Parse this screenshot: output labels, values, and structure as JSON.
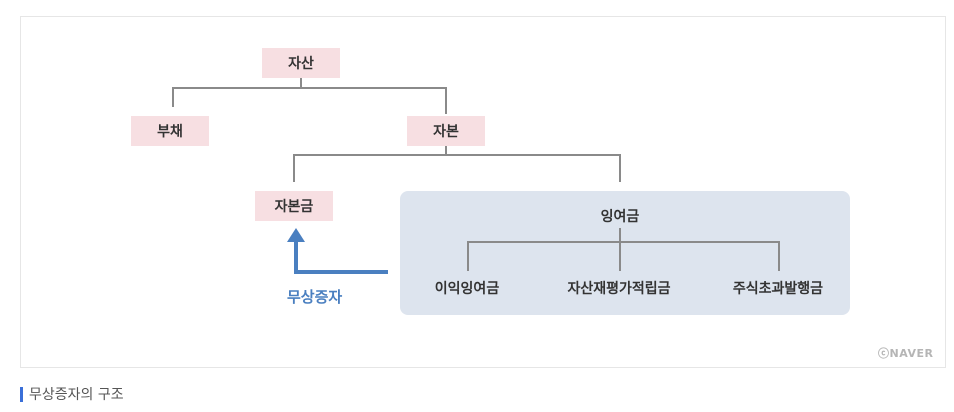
{
  "diagram": {
    "root": "자산",
    "liability": "부채",
    "equity": "자본",
    "capital": "자본금",
    "surplus": "잉여금",
    "surplus_children": [
      "이익잉여금",
      "자산재평가적립금",
      "주식초과발행금"
    ],
    "arrow_label": "무상증자",
    "credit": "ⓒNAVER"
  },
  "caption": "무상증자의 구조",
  "colors": {
    "node_fill": "#f7dfe2",
    "panel_fill": "#dde4ee",
    "arrow": "#4a7fc0",
    "connector": "#8a8a8a",
    "caption_accent": "#3a6fd8"
  }
}
